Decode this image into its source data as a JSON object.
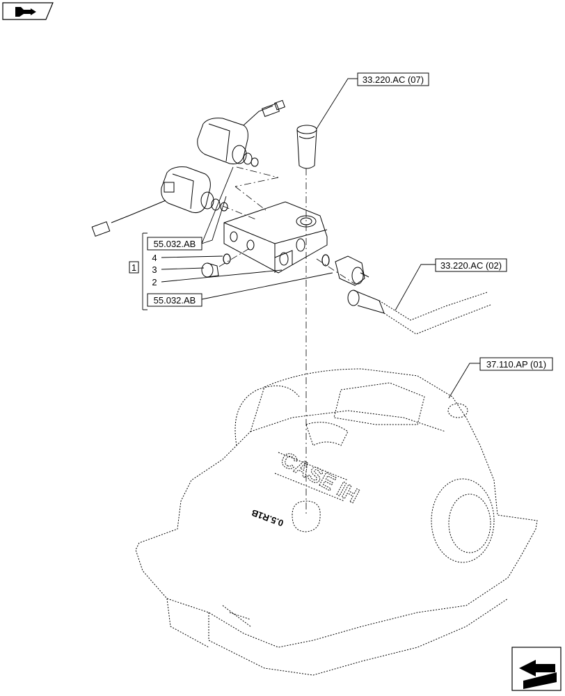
{
  "references": {
    "pin": "33.220.AC (07)",
    "pipe": "33.220.AC (02)",
    "housing": "37.110.AP (01)",
    "solenoid_upper": "55.032.AB",
    "sensor_lower": "55.032.AB"
  },
  "kit": {
    "label": "1",
    "items": [
      "4",
      "3",
      "2"
    ]
  },
  "housing_stamp": "CASE IH",
  "housing_code": "0.5.R1B",
  "icons": {
    "top_left": "book-arrow-icon",
    "bottom_right": "next-page-arrow-icon"
  }
}
